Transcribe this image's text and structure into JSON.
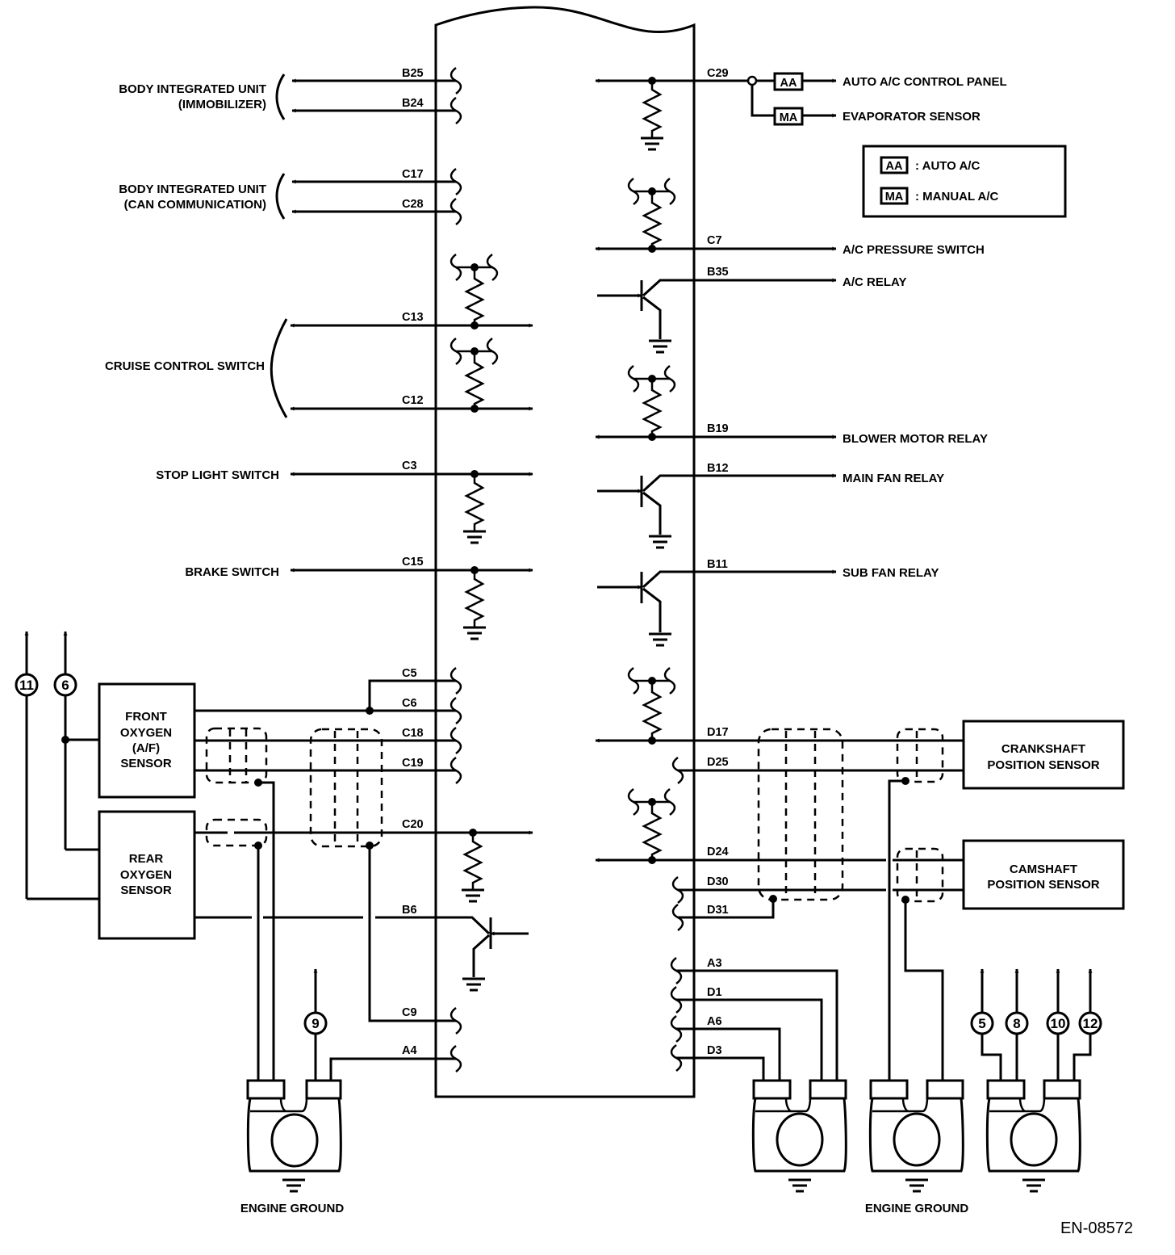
{
  "diagram_id": "EN-08572",
  "left": {
    "body_immobilizer": {
      "line1": "BODY INTEGRATED UNIT",
      "line2": "(IMMOBILIZER)",
      "pins": [
        "B25",
        "B24"
      ]
    },
    "body_can": {
      "line1": "BODY INTEGRATED UNIT",
      "line2": "(CAN COMMUNICATION)",
      "pins": [
        "C17",
        "C28"
      ]
    },
    "cruise": {
      "label": "CRUISE CONTROL SWITCH",
      "pins": [
        "C13",
        "C12"
      ]
    },
    "stop_light": {
      "label": "STOP LIGHT SWITCH",
      "pin": "C3"
    },
    "brake": {
      "label": "BRAKE SWITCH",
      "pin": "C15"
    },
    "front_o2": {
      "lines": [
        "FRONT",
        "OXYGEN",
        "(A/F)",
        "SENSOR"
      ],
      "pins": [
        "C5",
        "C6",
        "C18",
        "C19"
      ]
    },
    "rear_o2": {
      "lines": [
        "REAR",
        "OXYGEN",
        "SENSOR"
      ],
      "pins": [
        "C20",
        "B6"
      ]
    },
    "lower_pins": [
      "C9",
      "A4"
    ],
    "refs": [
      "11",
      "6",
      "9"
    ],
    "ground_label": "ENGINE GROUND"
  },
  "right": {
    "c29": {
      "pin": "C29",
      "auto_tag": "AA",
      "auto_label": "AUTO A/C CONTROL PANEL",
      "manual_tag": "MA",
      "manual_label": "EVAPORATOR SENSOR"
    },
    "legend": [
      {
        "tag": "AA",
        "text": ": AUTO A/C"
      },
      {
        "tag": "MA",
        "text": ": MANUAL A/C"
      }
    ],
    "outputs": [
      {
        "pin": "C7",
        "label": "A/C PRESSURE SWITCH"
      },
      {
        "pin": "B35",
        "label": "A/C RELAY"
      },
      {
        "pin": "B19",
        "label": "BLOWER MOTOR RELAY"
      },
      {
        "pin": "B12",
        "label": "MAIN FAN RELAY"
      },
      {
        "pin": "B11",
        "label": "SUB FAN RELAY"
      }
    ],
    "crank": {
      "line1": "CRANKSHAFT",
      "line2": "POSITION SENSOR",
      "pins": [
        "D17",
        "D25"
      ]
    },
    "cam": {
      "line1": "CAMSHAFT",
      "line2": "POSITION SENSOR",
      "pins": [
        "D24",
        "D30",
        "D31"
      ]
    },
    "ground_pins": [
      "A3",
      "D1",
      "A6",
      "D3"
    ],
    "refs": [
      "5",
      "8",
      "10",
      "12"
    ],
    "ground_label": "ENGINE GROUND"
  }
}
